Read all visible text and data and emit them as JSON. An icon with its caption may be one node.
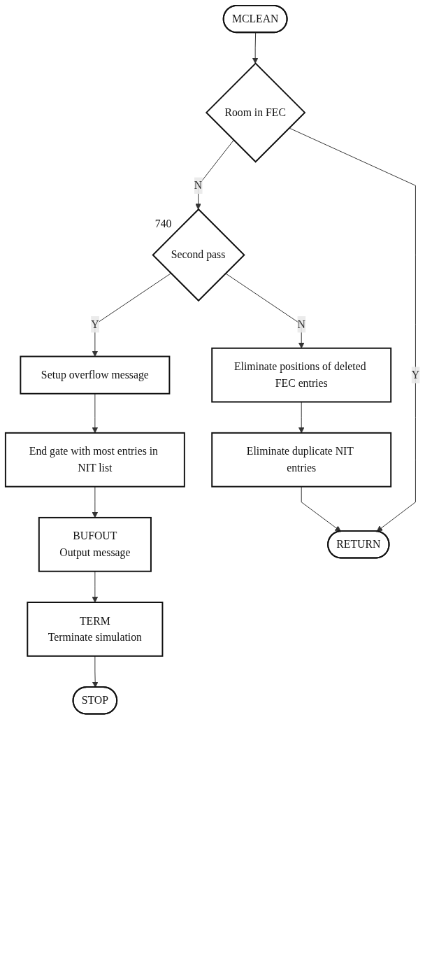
{
  "diagram": {
    "nodes": [
      {
        "text": [
          "MCLEAN"
        ]
      },
      {
        "text": [
          "Room in FEC"
        ]
      },
      {
        "text": [
          "Second pass"
        ],
        "beside": [
          "740"
        ]
      },
      {
        "text": [
          "Setup overflow message"
        ]
      },
      {
        "text": [
          "Eliminate positions of deleted FEC entries"
        ]
      },
      {
        "text": [
          "End gate with most entries in NIT list"
        ]
      },
      {
        "text": [
          "Eliminate duplicate NIT entries"
        ]
      },
      {
        "text": [
          "BUFOUT",
          "Output message"
        ]
      },
      {
        "text": [
          "RETURN"
        ]
      },
      {
        "text": [
          "TERM",
          "Terminate simulation"
        ]
      },
      {
        "text": [
          "STOP"
        ]
      }
    ],
    "edges": [
      {
        "from": 0,
        "to": 1,
        "arrow": "to"
      },
      {
        "from": 1,
        "to": 8,
        "label": "Y",
        "arrow": "to"
      },
      {
        "from": 1,
        "to": 2,
        "label": "N",
        "arrow": "to"
      },
      {
        "from": 2,
        "to": 3,
        "label": "Y",
        "arrow": "to"
      },
      {
        "from": 2,
        "to": 4,
        "label": "N",
        "arrow": "to"
      },
      {
        "from": 4,
        "to": 6,
        "arrow": "to"
      },
      {
        "from": 6,
        "to": 8,
        "arrow": "to"
      },
      {
        "from": 3,
        "to": 5,
        "arrow": "to"
      },
      {
        "from": 5,
        "to": 7,
        "arrow": "to"
      },
      {
        "from": 7,
        "to": 9,
        "arrow": "to"
      },
      {
        "from": 9,
        "to": 10,
        "arrow": "to"
      }
    ]
  }
}
